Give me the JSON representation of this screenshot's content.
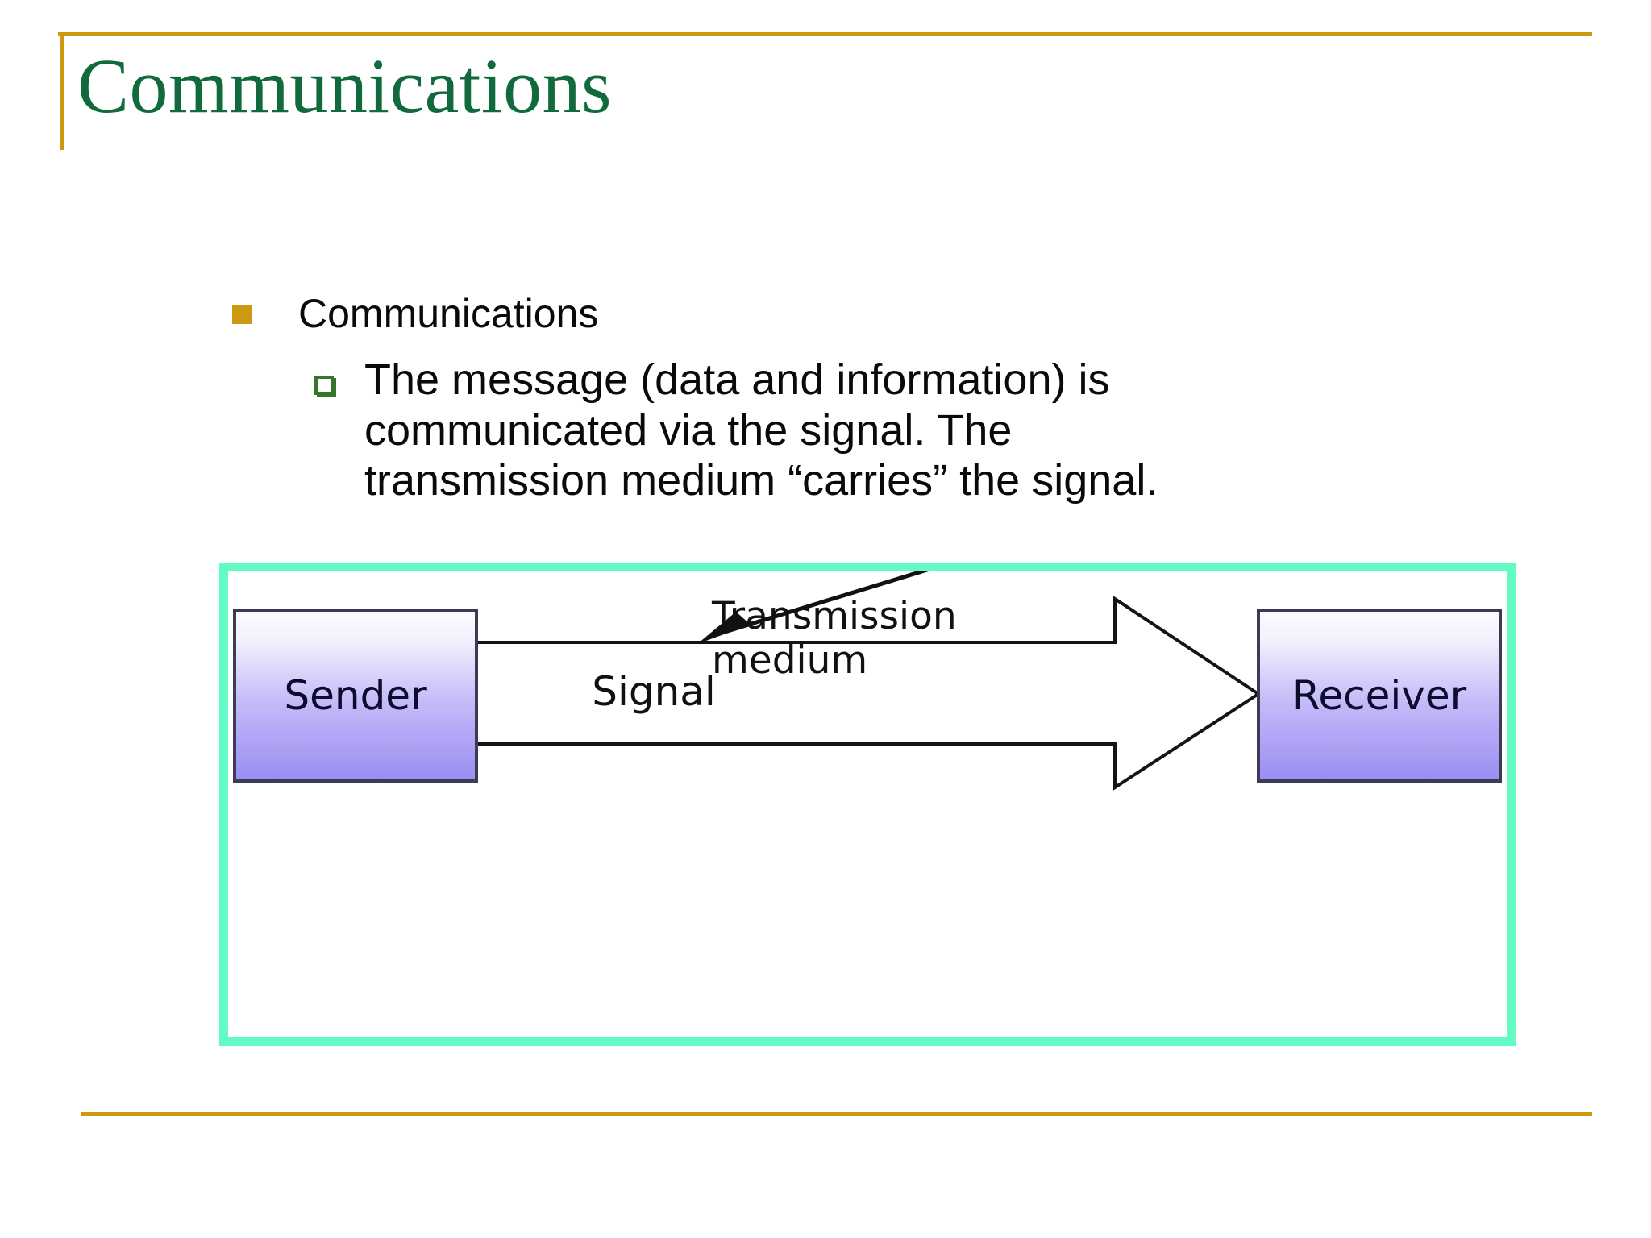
{
  "slide": {
    "title": "Communications",
    "title_color": "#106A3C",
    "accent_rule_color": "#CC9A11",
    "background_color": "#FFFFFF"
  },
  "bullets": {
    "level1": {
      "marker": "filled-square-bullet",
      "marker_color": "#CC9A11",
      "text": "Communications"
    },
    "level2": {
      "marker": "hollow-square-bullet",
      "marker_color": "#35762F",
      "text": "The message (data and information) is communicated via the signal. The transmission medium “carries” the signal."
    }
  },
  "diagram": {
    "frame_color": "#63FBC4",
    "labels": {
      "transmission_medium_line1": "Transmission",
      "transmission_medium_line2": "medium",
      "signal": "Signal"
    },
    "nodes": [
      {
        "id": "sender",
        "label": "Sender"
      },
      {
        "id": "receiver",
        "label": "Receiver"
      }
    ],
    "node_gradient": {
      "top": "#FBFBFF",
      "bottom": "#9A8DF2"
    },
    "node_border_color": "#3B3B55",
    "arrow_fill": "#FFFFFF",
    "arrow_stroke": "#111111",
    "pointer_arrow": "callout-arrow-to-signal"
  }
}
